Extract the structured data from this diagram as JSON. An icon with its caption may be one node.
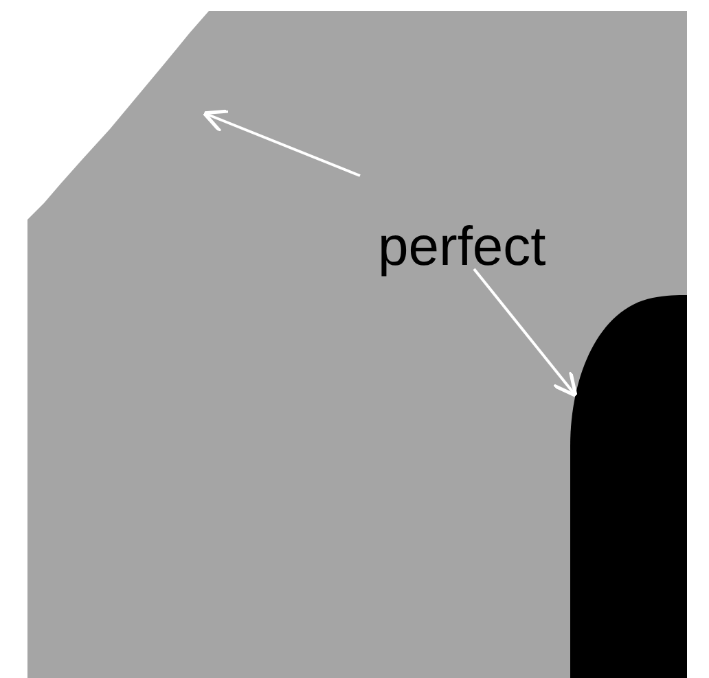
{
  "diagram": {
    "nodes": [
      {
        "text": [],
        "shape": "picture"
      },
      {
        "text": [],
        "shape": "ellipse",
        "in": 0
      },
      {
        "text": [
          "perfect"
        ],
        "in": 0
      }
    ],
    "edges": [
      {
        "from": 2,
        "to": 0,
        "arrow": "to"
      },
      {
        "from": 2,
        "to": 1,
        "arrow": "to"
      }
    ]
  }
}
